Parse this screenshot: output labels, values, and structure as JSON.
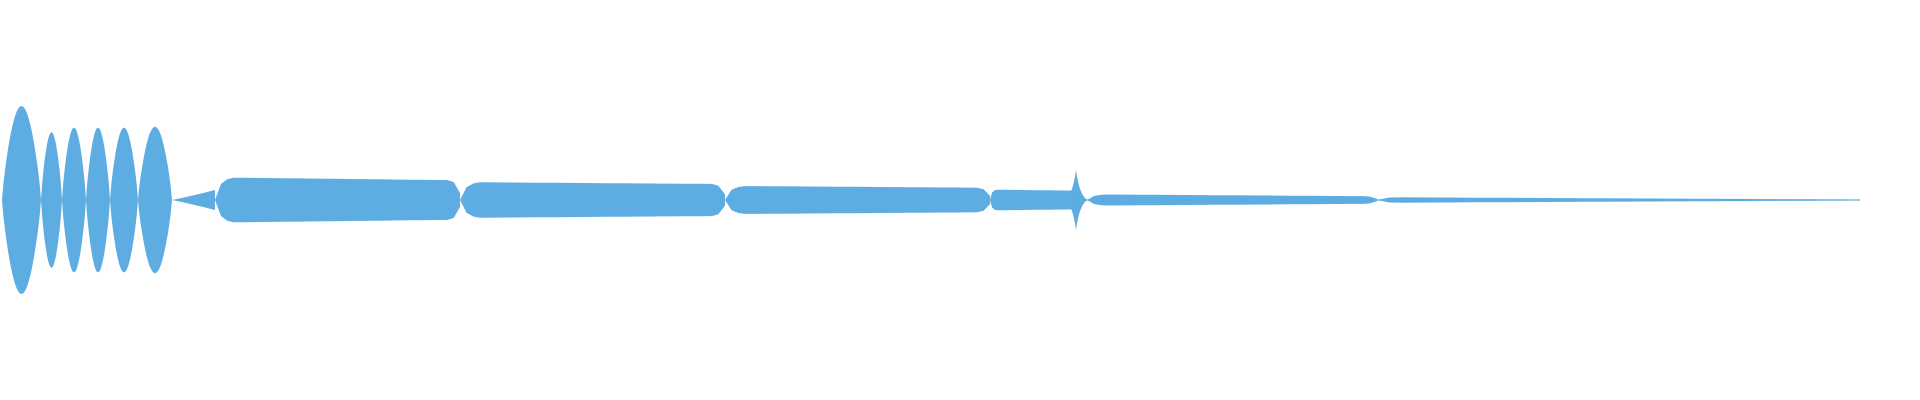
{
  "waveform": {
    "color": "#5dade2",
    "background": "#ffffff",
    "segments": [
      {
        "kind": "burst-lobe",
        "amplitude": 1.0
      },
      {
        "kind": "burst-lobe",
        "amplitude": 0.72
      },
      {
        "kind": "burst-lobe",
        "amplitude": 0.77
      },
      {
        "kind": "burst-lobe",
        "amplitude": 0.77
      },
      {
        "kind": "burst-lobe",
        "amplitude": 0.77
      },
      {
        "kind": "burst-lobe",
        "amplitude": 0.78
      },
      {
        "kind": "sustained-tone",
        "amplitude_start": 0.24,
        "amplitude_end": 0.21
      },
      {
        "kind": "sustained-tone",
        "amplitude_start": 0.19,
        "amplitude_end": 0.17
      },
      {
        "kind": "sustained-tone",
        "amplitude_start": 0.15,
        "amplitude_end": 0.13
      },
      {
        "kind": "sustained-tone",
        "amplitude_start": 0.11,
        "amplitude_end": 0.1
      },
      {
        "kind": "spike",
        "amplitude": 0.32
      },
      {
        "kind": "sustained-tone",
        "amplitude_start": 0.06,
        "amplitude_end": 0.04
      },
      {
        "kind": "sustained-tone",
        "amplitude_start": 0.03,
        "amplitude_end": 0.005
      }
    ]
  }
}
